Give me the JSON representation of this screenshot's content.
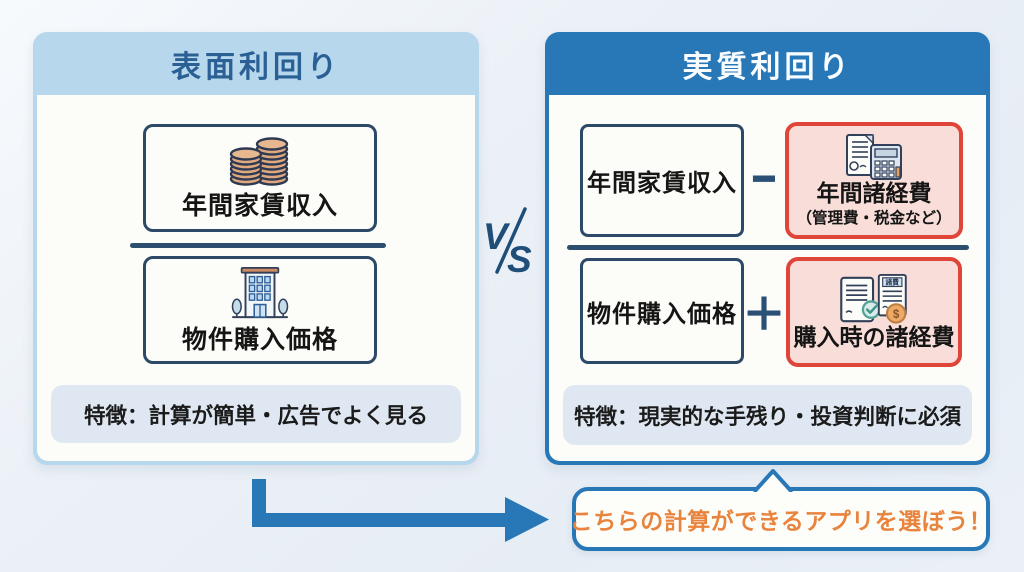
{
  "left_panel": {
    "title": "表面利回り",
    "numerator_label": "年間家賃収入",
    "denominator_label": "物件購入価格",
    "feature": "特徴：計算が簡単・広告でよく見る"
  },
  "vs_badge": {
    "letter1": "V",
    "letter2": "S"
  },
  "right_panel": {
    "title": "実質利回り",
    "numerator_label": "年間家賃収入",
    "minus_operator": "−",
    "annual_expense_label": "年間諸経費",
    "annual_expense_sub": "（管理費・税金など）",
    "denominator_label": "物件購入価格",
    "plus_operator": "＋",
    "purchase_expense_label": "購入時の諸経費",
    "doc_tag": "諸費",
    "coin_symbol": "$",
    "feature": "特徴：現実的な手残り・投資判断に必須"
  },
  "callout": {
    "text": "こちらの計算ができるアプリを選ぼう！"
  },
  "colors": {
    "accent_blue": "#2878b8",
    "light_blue": "#b7d7ed",
    "navy": "#1f4e79",
    "box_border": "#2c4a68",
    "expense_red": "#df4538",
    "expense_pink": "#f8ddd8",
    "callout_orange": "#e8843e",
    "pill_gray_blue": "#dfe8f2",
    "coin_tan": "#e0a87e"
  }
}
